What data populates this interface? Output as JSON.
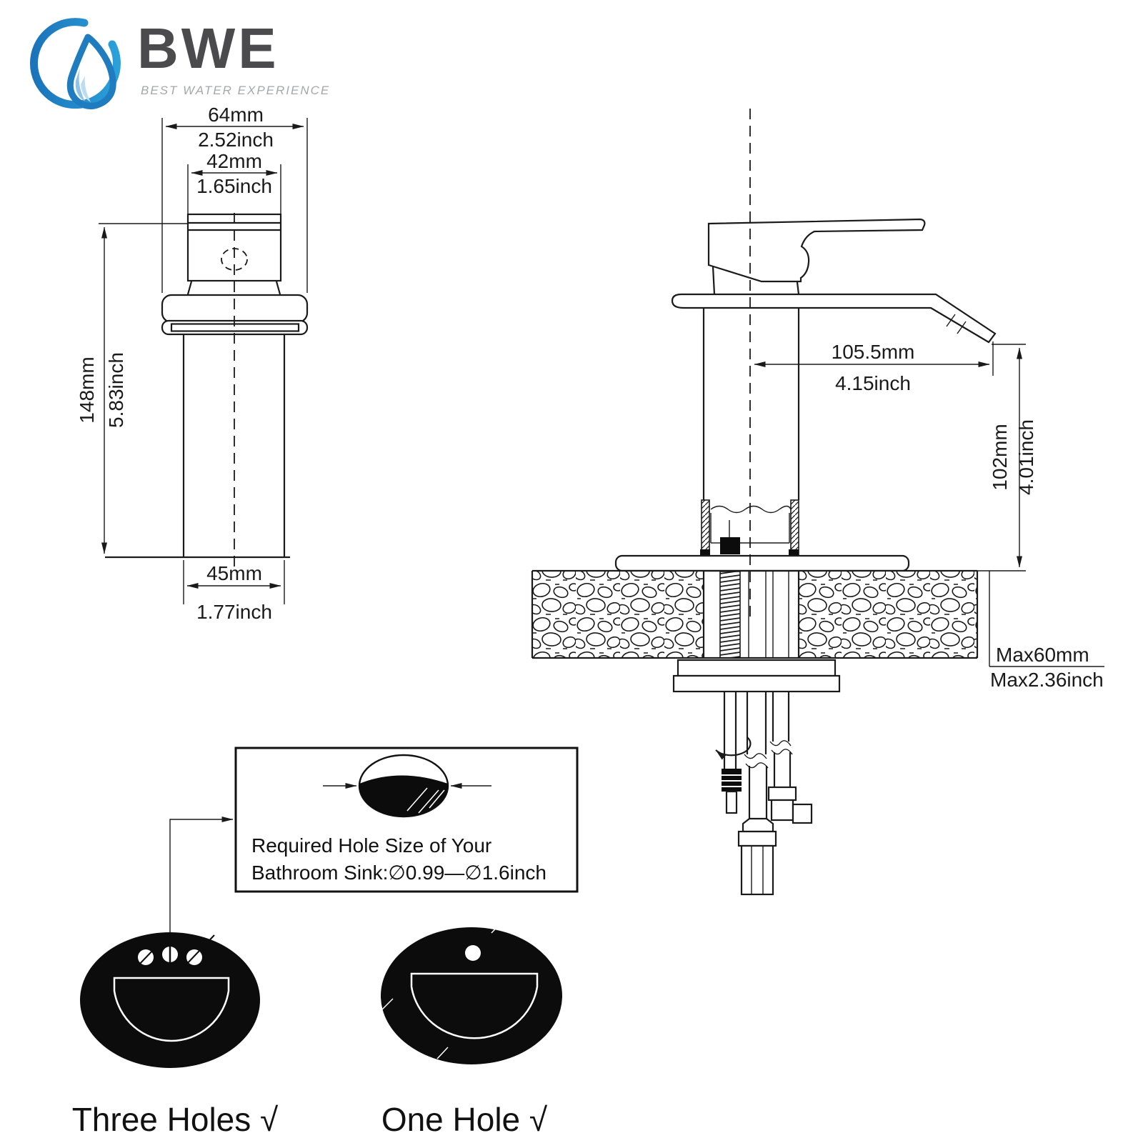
{
  "brand": {
    "name": "BWE",
    "tagline": "BEST WATER EXPERIENCE"
  },
  "front_view": {
    "spout_width": {
      "mm": "64mm",
      "inch": "2.52inch"
    },
    "handle_width": {
      "mm": "42mm",
      "inch": "1.65inch"
    },
    "total_height": {
      "mm": "148mm",
      "inch": "5.83inch"
    },
    "body_width": {
      "mm": "45mm",
      "inch": "1.77inch"
    }
  },
  "side_view": {
    "spout_reach": {
      "mm": "105.5mm",
      "inch": "4.15inch"
    },
    "spout_height": {
      "mm": "102mm",
      "inch": "4.01inch"
    },
    "max_deck_thickness": {
      "mm": "Max60mm",
      "inch": "Max2.36inch"
    }
  },
  "hole_note": {
    "line1": "Required Hole Size of Your",
    "line2": "Bathroom Sink:∅0.99—∅1.6inch"
  },
  "sink_options": [
    {
      "label": "Three Holes √"
    },
    {
      "label": "One Hole √"
    }
  ],
  "colors": {
    "line": "#1a1a1a",
    "fill_black": "#0c0c0c",
    "logo_blue": "#1b74ba",
    "logo_blue_light": "#2ba0d9",
    "drop_shade_1": "#8fc3e8",
    "drop_shade_2": "#bcdcf2",
    "brand_text": "#4b4b4d",
    "tagline_text": "#a5a7aa"
  }
}
